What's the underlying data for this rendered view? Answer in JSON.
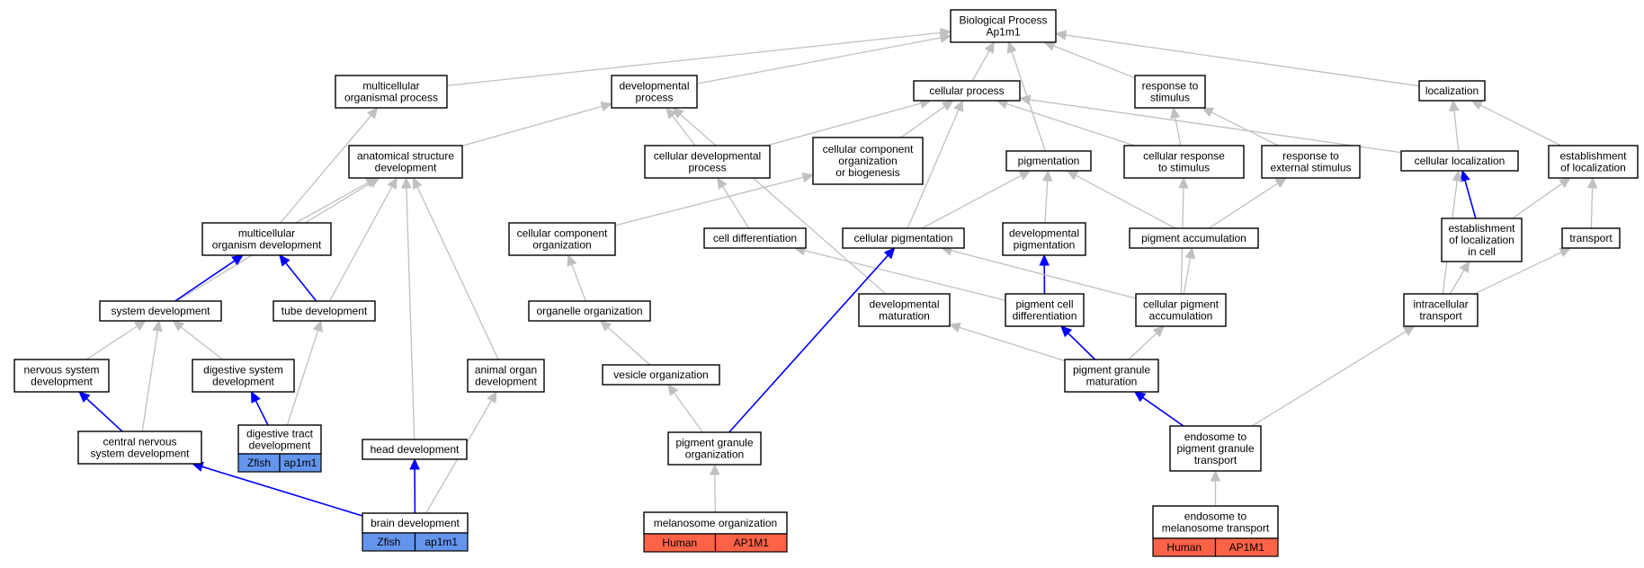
{
  "diagram": {
    "colors": {
      "grey_edge": "#c0c0c0",
      "blue_edge": "#0000ff",
      "zfish_cell": "#6495ed",
      "human_cell": "#ff6347"
    },
    "nodes": {
      "bp": {
        "lines": [
          "Biological Process",
          "Ap1m1"
        ]
      },
      "multicellular_organismal_process": {
        "lines": [
          "multicellular",
          "organismal process"
        ]
      },
      "developmental_process": {
        "lines": [
          "developmental",
          "process"
        ]
      },
      "cellular_process": {
        "lines": [
          "cellular process"
        ]
      },
      "response_to_stimulus": {
        "lines": [
          "response to",
          "stimulus"
        ]
      },
      "localization": {
        "lines": [
          "localization"
        ]
      },
      "anatomical_structure_development": {
        "lines": [
          "anatomical structure",
          "development"
        ]
      },
      "cellular_developmental_process": {
        "lines": [
          "cellular developmental",
          "process"
        ]
      },
      "cellular_component_org_biogenesis": {
        "lines": [
          "cellular component",
          "organization",
          "or biogenesis"
        ]
      },
      "pigmentation": {
        "lines": [
          "pigmentation"
        ]
      },
      "cellular_response_to_stimulus": {
        "lines": [
          "cellular response",
          "to stimulus"
        ]
      },
      "response_to_external_stimulus": {
        "lines": [
          "response to",
          "external stimulus"
        ]
      },
      "cellular_localization": {
        "lines": [
          "cellular localization"
        ]
      },
      "establishment_of_localization": {
        "lines": [
          "establishment",
          "of localization"
        ]
      },
      "multicellular_organism_development": {
        "lines": [
          "multicellular",
          "organism development"
        ]
      },
      "cellular_component_organization": {
        "lines": [
          "cellular component",
          "organization"
        ]
      },
      "cell_differentiation": {
        "lines": [
          "cell differentiation"
        ]
      },
      "cellular_pigmentation": {
        "lines": [
          "cellular pigmentation"
        ]
      },
      "developmental_pigmentation": {
        "lines": [
          "developmental",
          "pigmentation"
        ]
      },
      "pigment_accumulation": {
        "lines": [
          "pigment accumulation"
        ]
      },
      "establishment_of_localization_in_cell": {
        "lines": [
          "establishment",
          "of localization",
          "in cell"
        ]
      },
      "transport": {
        "lines": [
          "transport"
        ]
      },
      "system_development": {
        "lines": [
          "system development"
        ]
      },
      "tube_development": {
        "lines": [
          "tube development"
        ]
      },
      "organelle_organization": {
        "lines": [
          "organelle organization"
        ]
      },
      "developmental_maturation": {
        "lines": [
          "developmental",
          "maturation"
        ]
      },
      "pigment_cell_differentiation": {
        "lines": [
          "pigment cell",
          "differentiation"
        ]
      },
      "cellular_pigment_accumulation": {
        "lines": [
          "cellular pigment",
          "accumulation"
        ]
      },
      "intracellular_transport": {
        "lines": [
          "intracellular",
          "transport"
        ]
      },
      "nervous_system_development": {
        "lines": [
          "nervous system",
          "development"
        ]
      },
      "digestive_system_development": {
        "lines": [
          "digestive system",
          "development"
        ]
      },
      "animal_organ_development": {
        "lines": [
          "animal organ",
          "development"
        ]
      },
      "vesicle_organization": {
        "lines": [
          "vesicle organization"
        ]
      },
      "pigment_granule_maturation": {
        "lines": [
          "pigment granule",
          "maturation"
        ]
      },
      "digestive_tract_development": {
        "lines": [
          "digestive tract",
          "development"
        ],
        "annotation": [
          "Zfish",
          "ap1m1"
        ],
        "species": "zfish"
      },
      "central_nervous_system_development": {
        "lines": [
          "central nervous",
          "system development"
        ]
      },
      "head_development": {
        "lines": [
          "head development"
        ]
      },
      "pigment_granule_organization": {
        "lines": [
          "pigment granule",
          "organization"
        ]
      },
      "endosome_to_pigment_granule_transport": {
        "lines": [
          "endosome to",
          "pigment granule",
          "transport"
        ]
      },
      "brain_development": {
        "lines": [
          "brain development"
        ],
        "annotation": [
          "Zfish",
          "ap1m1"
        ],
        "species": "zfish"
      },
      "melanosome_organization": {
        "lines": [
          "melanosome organization"
        ],
        "annotation": [
          "Human",
          "AP1M1"
        ],
        "species": "human"
      },
      "endosome_to_melanosome_transport": {
        "lines": [
          "endosome to",
          "melanosome transport"
        ],
        "annotation": [
          "Human",
          "AP1M1"
        ],
        "species": "human"
      }
    },
    "edges": [
      {
        "from": "multicellular_organismal_process",
        "to": "bp",
        "color": "grey"
      },
      {
        "from": "developmental_process",
        "to": "bp",
        "color": "grey"
      },
      {
        "from": "cellular_process",
        "to": "bp",
        "color": "grey"
      },
      {
        "from": "response_to_stimulus",
        "to": "bp",
        "color": "grey"
      },
      {
        "from": "localization",
        "to": "bp",
        "color": "grey"
      },
      {
        "from": "pigmentation",
        "to": "bp",
        "color": "grey"
      },
      {
        "from": "anatomical_structure_development",
        "to": "developmental_process",
        "color": "grey"
      },
      {
        "from": "cellular_developmental_process",
        "to": "developmental_process",
        "color": "grey"
      },
      {
        "from": "cellular_developmental_process",
        "to": "cellular_process",
        "color": "grey"
      },
      {
        "from": "cellular_component_org_biogenesis",
        "to": "cellular_process",
        "color": "grey"
      },
      {
        "from": "cellular_response_to_stimulus",
        "to": "cellular_process",
        "color": "grey"
      },
      {
        "from": "cellular_response_to_stimulus",
        "to": "response_to_stimulus",
        "color": "grey"
      },
      {
        "from": "response_to_external_stimulus",
        "to": "response_to_stimulus",
        "color": "grey"
      },
      {
        "from": "cellular_localization",
        "to": "cellular_process",
        "color": "grey"
      },
      {
        "from": "cellular_localization",
        "to": "localization",
        "color": "grey"
      },
      {
        "from": "establishment_of_localization",
        "to": "localization",
        "color": "grey"
      },
      {
        "from": "multicellular_organism_development",
        "to": "multicellular_organismal_process",
        "color": "grey"
      },
      {
        "from": "multicellular_organism_development",
        "to": "anatomical_structure_development",
        "color": "grey"
      },
      {
        "from": "cellular_component_organization",
        "to": "cellular_component_org_biogenesis",
        "color": "grey"
      },
      {
        "from": "cell_differentiation",
        "to": "cellular_developmental_process",
        "color": "grey"
      },
      {
        "from": "cellular_pigmentation",
        "to": "cellular_process",
        "color": "grey"
      },
      {
        "from": "cellular_pigmentation",
        "to": "pigmentation",
        "color": "grey"
      },
      {
        "from": "developmental_pigmentation",
        "to": "pigmentation",
        "color": "grey"
      },
      {
        "from": "pigment_accumulation",
        "to": "pigmentation",
        "color": "grey"
      },
      {
        "from": "pigment_accumulation",
        "to": "response_to_external_stimulus",
        "color": "grey"
      },
      {
        "from": "establishment_of_localization_in_cell",
        "to": "cellular_localization",
        "color": "blue"
      },
      {
        "from": "establishment_of_localization_in_cell",
        "to": "establishment_of_localization",
        "color": "grey"
      },
      {
        "from": "transport",
        "to": "establishment_of_localization",
        "color": "grey"
      },
      {
        "from": "system_development",
        "to": "anatomical_structure_development",
        "color": "grey"
      },
      {
        "from": "system_development",
        "to": "multicellular_organism_development",
        "color": "blue"
      },
      {
        "from": "tube_development",
        "to": "anatomical_structure_development",
        "color": "grey"
      },
      {
        "from": "tube_development",
        "to": "multicellular_organism_development",
        "color": "blue"
      },
      {
        "from": "organelle_organization",
        "to": "cellular_component_organization",
        "color": "grey"
      },
      {
        "from": "developmental_maturation",
        "to": "developmental_process",
        "color": "grey"
      },
      {
        "from": "pigment_cell_differentiation",
        "to": "cell_differentiation",
        "color": "grey"
      },
      {
        "from": "pigment_cell_differentiation",
        "to": "developmental_pigmentation",
        "color": "blue"
      },
      {
        "from": "cellular_pigment_accumulation",
        "to": "cellular_pigmentation",
        "color": "grey"
      },
      {
        "from": "cellular_pigment_accumulation",
        "to": "pigment_accumulation",
        "color": "grey"
      },
      {
        "from": "cellular_pigment_accumulation",
        "to": "cellular_response_to_stimulus",
        "color": "grey"
      },
      {
        "from": "intracellular_transport",
        "to": "cellular_localization",
        "color": "grey"
      },
      {
        "from": "intracellular_transport",
        "to": "establishment_of_localization_in_cell",
        "color": "grey"
      },
      {
        "from": "intracellular_transport",
        "to": "transport",
        "color": "grey"
      },
      {
        "from": "nervous_system_development",
        "to": "system_development",
        "color": "grey"
      },
      {
        "from": "digestive_system_development",
        "to": "system_development",
        "color": "grey"
      },
      {
        "from": "animal_organ_development",
        "to": "anatomical_structure_development",
        "color": "grey"
      },
      {
        "from": "vesicle_organization",
        "to": "organelle_organization",
        "color": "grey"
      },
      {
        "from": "pigment_granule_maturation",
        "to": "developmental_maturation",
        "color": "grey"
      },
      {
        "from": "pigment_granule_maturation",
        "to": "pigment_cell_differentiation",
        "color": "blue"
      },
      {
        "from": "pigment_granule_maturation",
        "to": "cellular_pigment_accumulation",
        "color": "grey"
      },
      {
        "from": "digestive_tract_development",
        "to": "digestive_system_development",
        "color": "blue"
      },
      {
        "from": "digestive_tract_development",
        "to": "tube_development",
        "color": "grey"
      },
      {
        "from": "central_nervous_system_development",
        "to": "nervous_system_development",
        "color": "blue"
      },
      {
        "from": "central_nervous_system_development",
        "to": "system_development",
        "color": "grey"
      },
      {
        "from": "head_development",
        "to": "anatomical_structure_development",
        "color": "grey"
      },
      {
        "from": "pigment_granule_organization",
        "to": "vesicle_organization",
        "color": "grey"
      },
      {
        "from": "pigment_granule_organization",
        "to": "cellular_pigmentation",
        "color": "blue"
      },
      {
        "from": "endosome_to_pigment_granule_transport",
        "to": "pigment_granule_maturation",
        "color": "blue"
      },
      {
        "from": "endosome_to_pigment_granule_transport",
        "to": "intracellular_transport",
        "color": "grey"
      },
      {
        "from": "brain_development",
        "to": "central_nervous_system_development",
        "color": "blue"
      },
      {
        "from": "brain_development",
        "to": "head_development",
        "color": "blue"
      },
      {
        "from": "brain_development",
        "to": "animal_organ_development",
        "color": "grey"
      },
      {
        "from": "melanosome_organization",
        "to": "pigment_granule_organization",
        "color": "grey"
      },
      {
        "from": "endosome_to_melanosome_transport",
        "to": "endosome_to_pigment_granule_transport",
        "color": "grey"
      }
    ]
  }
}
